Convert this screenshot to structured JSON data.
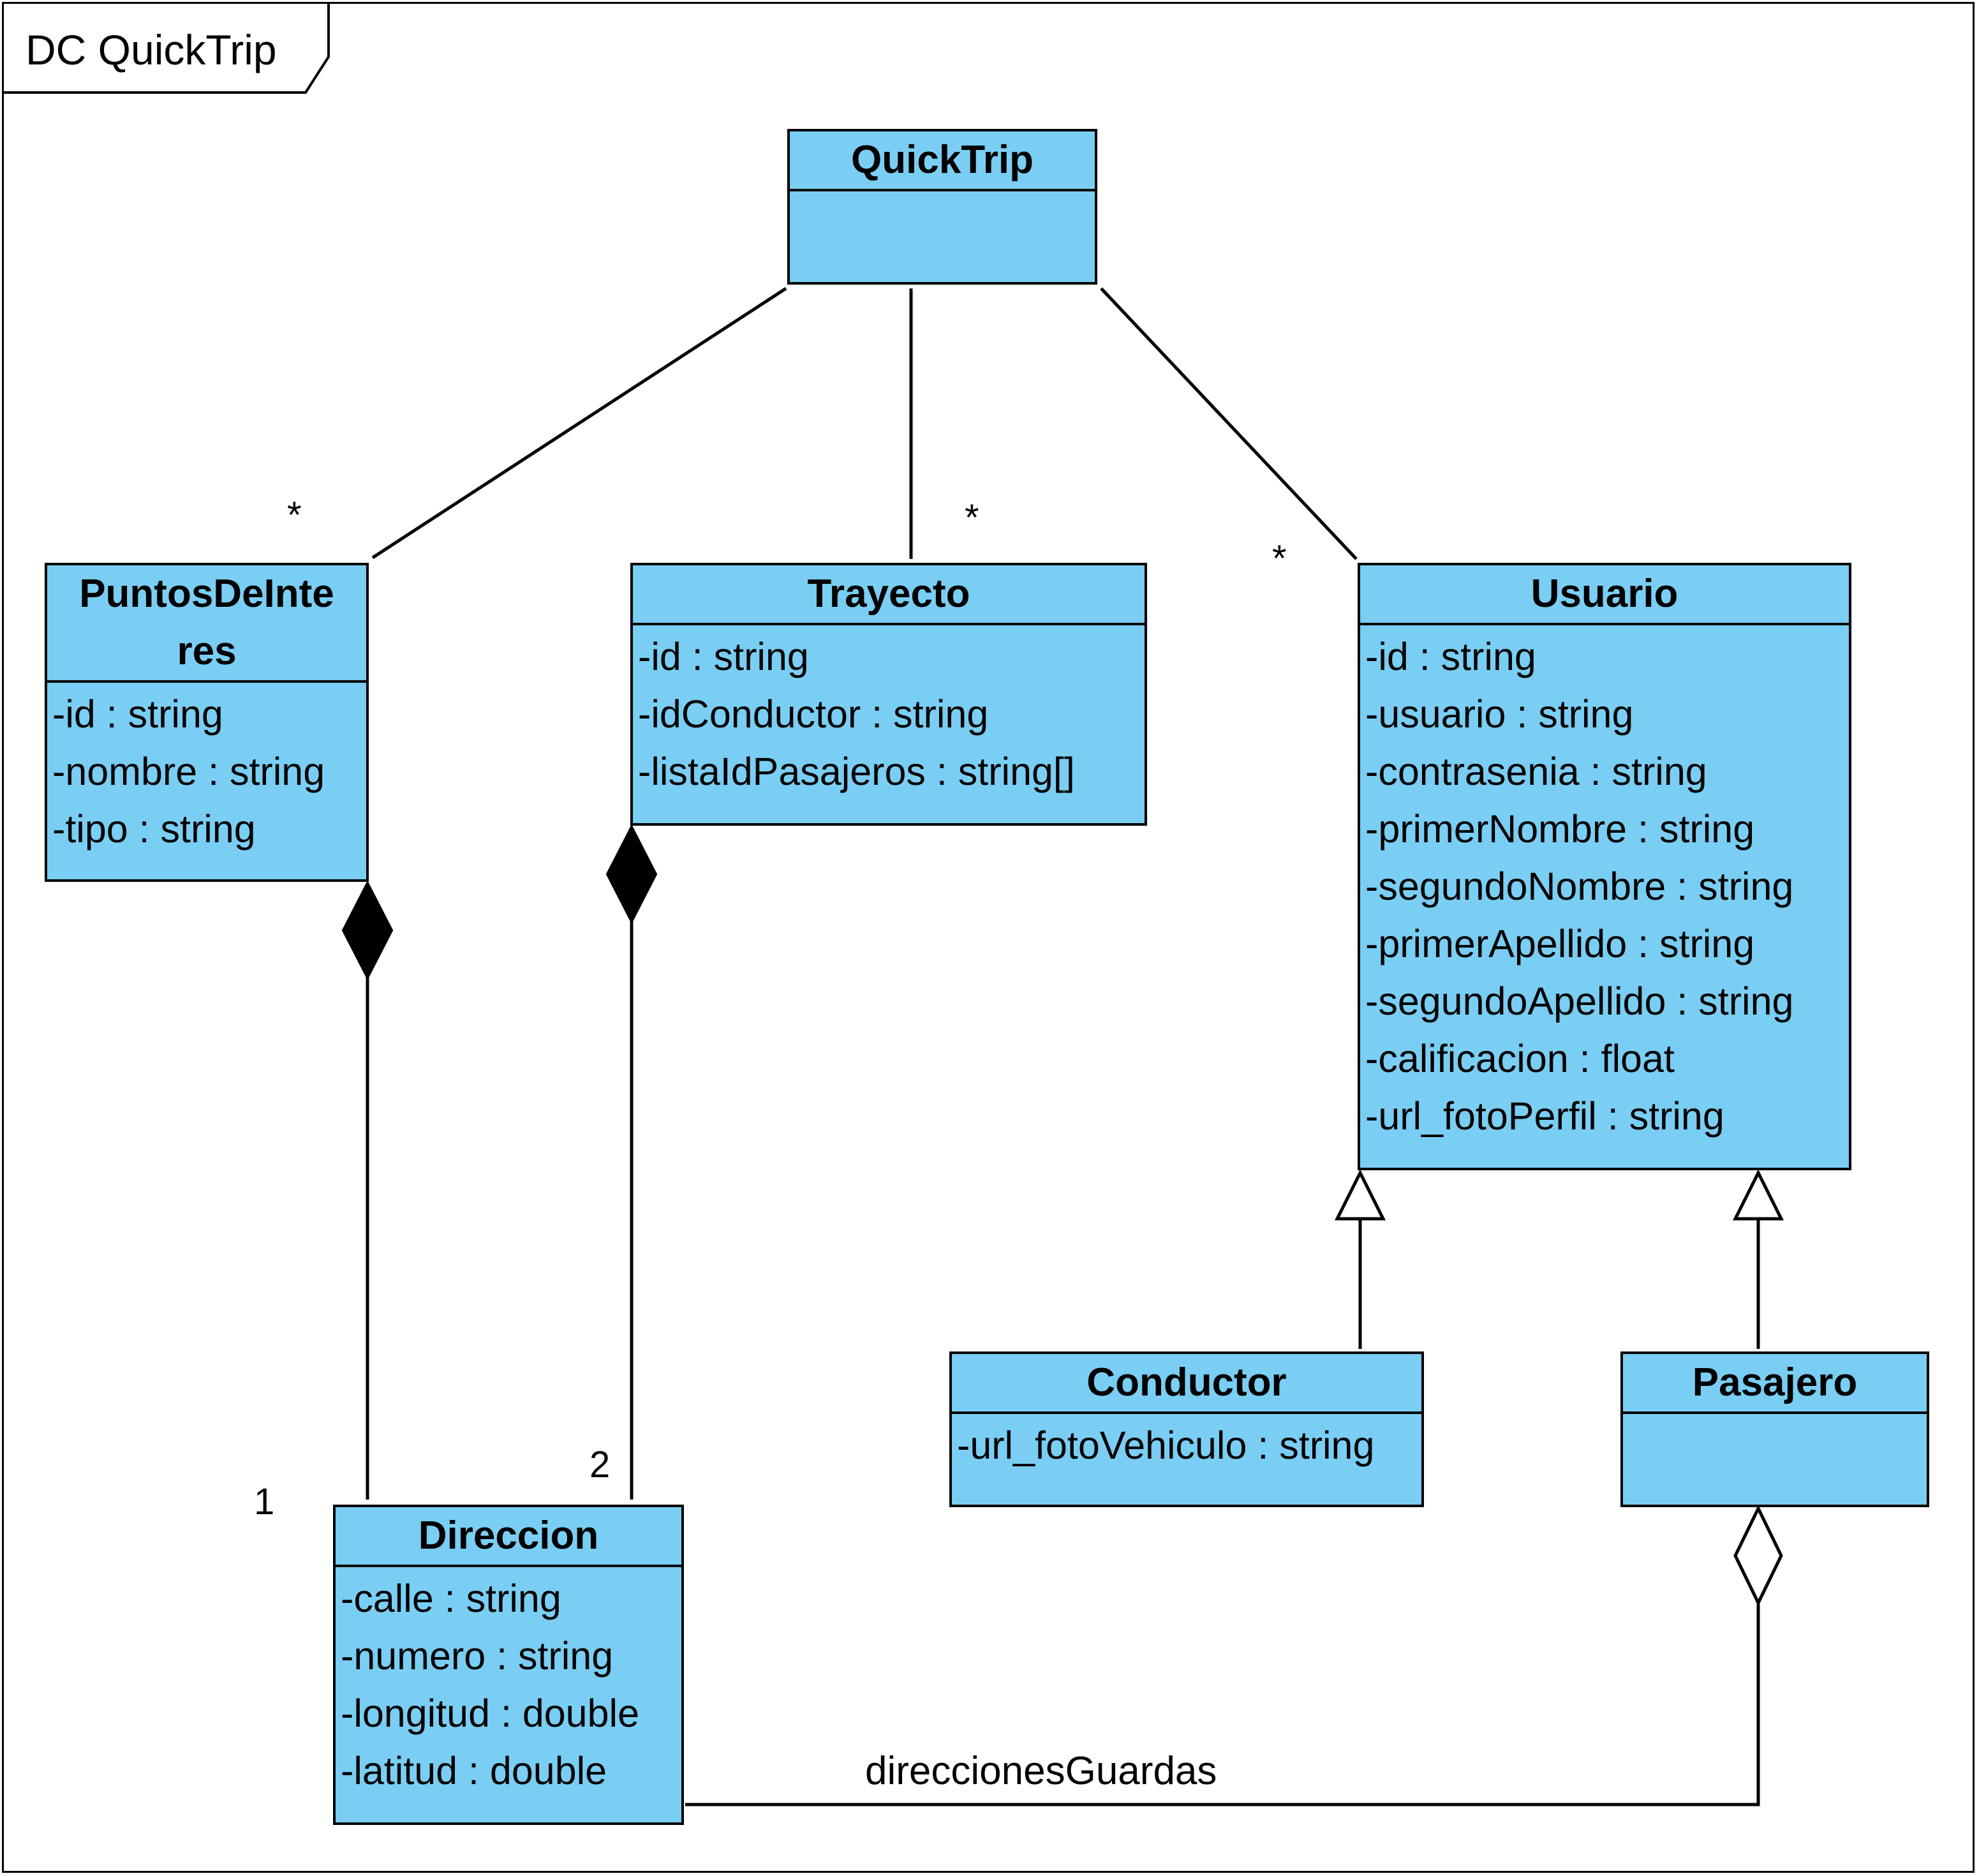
{
  "frame": {
    "title": "DC QuickTrip"
  },
  "classes": {
    "quicktrip": {
      "name": "QuickTrip",
      "attributes": []
    },
    "puntos": {
      "name": "PuntosDeInteres",
      "name_lines": [
        "PuntosDeInte",
        "res"
      ],
      "attributes": [
        "-id : string",
        "-nombre : string",
        "-tipo : string"
      ]
    },
    "trayecto": {
      "name": "Trayecto",
      "attributes": [
        "-id : string",
        "-idConductor : string",
        "-listaIdPasajeros : string[]"
      ]
    },
    "usuario": {
      "name": "Usuario",
      "attributes": [
        "-id : string",
        "-usuario : string",
        "-contrasenia : string",
        "-primerNombre : string",
        "-segundoNombre : string",
        "-primerApellido : string",
        "-segundoApellido : string",
        "-calificacion : float",
        "-url_fotoPerfil : string"
      ]
    },
    "conductor": {
      "name": "Conductor",
      "attributes": [
        "-url_fotoVehiculo : string"
      ]
    },
    "pasajero": {
      "name": "Pasajero",
      "attributes": []
    },
    "direccion": {
      "name": "Direccion",
      "attributes": [
        "-calle : string",
        "-numero : string",
        "-longitud : double",
        "-latitud : double"
      ]
    }
  },
  "multiplicities": {
    "puntos": "*",
    "trayecto": "*",
    "usuario": "*",
    "direccion_puntos": "1",
    "direccion_trayecto": "2"
  },
  "associations": {
    "pasajero_direccion_label": "direccionesGuardas"
  },
  "colors": {
    "class_fill": "#7ACEF3",
    "line": "#000000"
  }
}
